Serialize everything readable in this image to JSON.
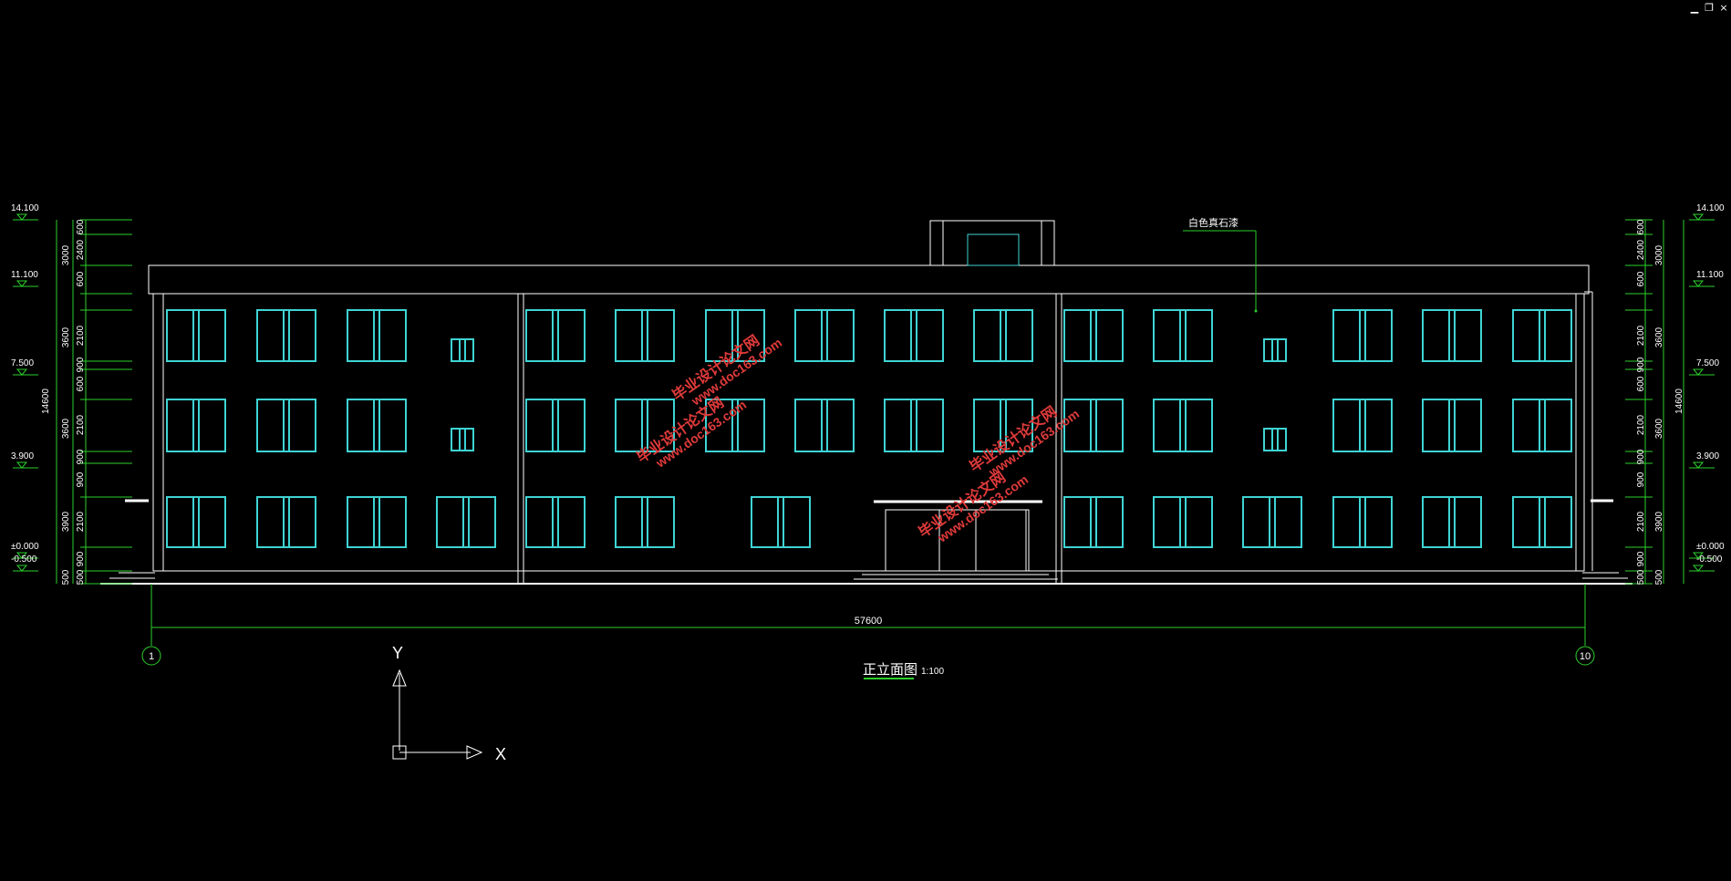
{
  "window": {
    "controls": [
      {
        "name": "minimize-icon",
        "glyph": "▁"
      },
      {
        "name": "restore-icon",
        "glyph": "❐"
      },
      {
        "name": "close-icon",
        "glyph": "×"
      }
    ]
  },
  "drawing": {
    "title": "正立面图",
    "scale": "1:100",
    "material_note": "白色真石漆",
    "overall_dimension": "57600",
    "axis_start": "1",
    "axis_end": "10",
    "ucs_x": "X",
    "ucs_y": "Y"
  },
  "levels_left": [
    "14.100",
    "11.100",
    "7.500",
    "3.900",
    "±0.000",
    "-0.500"
  ],
  "levels_right": [
    "14.100",
    "11.100",
    "7.500",
    "3.900",
    "±0.000",
    "-0.500"
  ],
  "dims_inner": [
    "600",
    "2400",
    "600",
    "2100",
    "900",
    "600",
    "2100",
    "900",
    "900",
    "2100",
    "900",
    "500"
  ],
  "dims_outer": [
    "3000",
    "3600",
    "3600",
    "3900",
    "500"
  ],
  "dims_total": "14600",
  "watermark": {
    "text_cn": "毕业设计论文网",
    "text_url": "www.doc163.com"
  },
  "colors": {
    "background": "#000000",
    "outline": "#ffffff",
    "window": "#3fd4d4",
    "dimension": "#2bd12b",
    "watermark": "#e03a3a"
  }
}
